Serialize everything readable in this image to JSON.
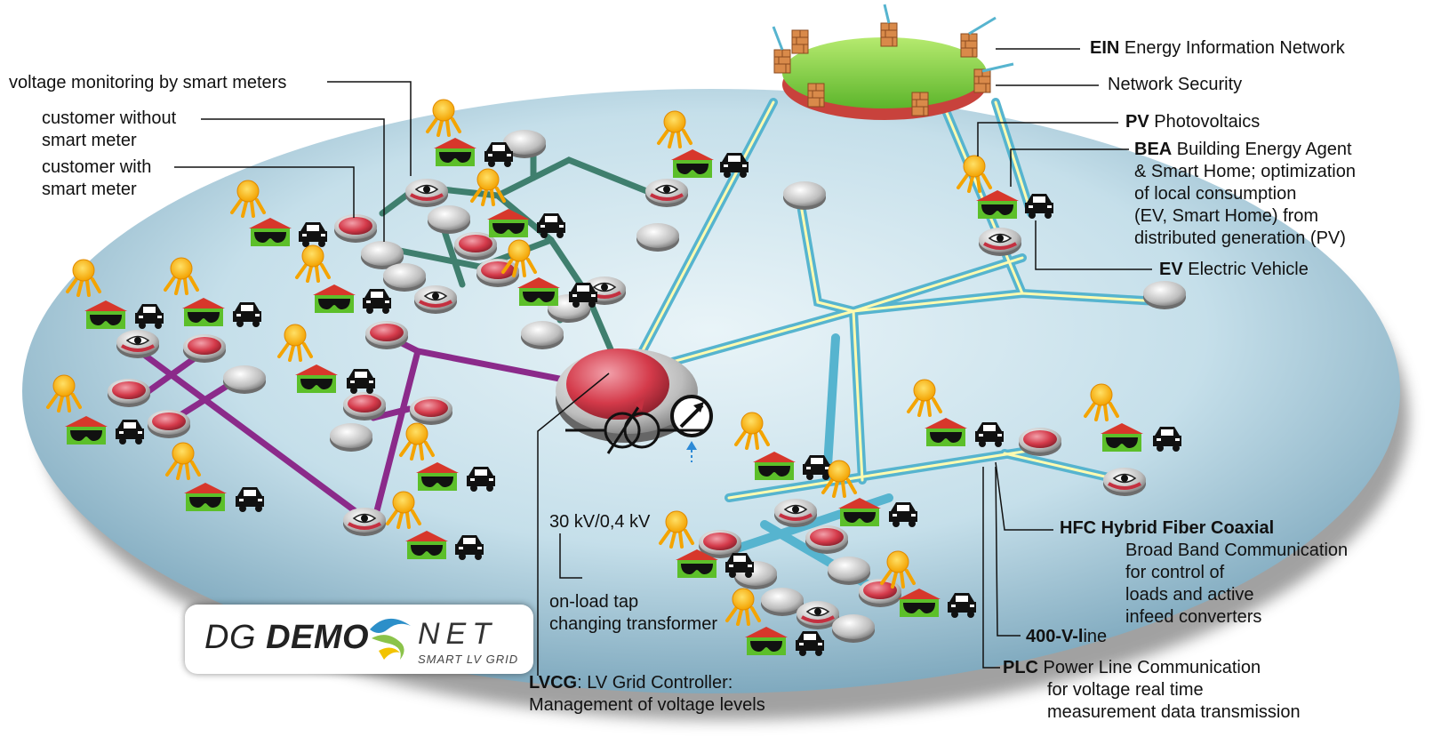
{
  "title": "",
  "labels": {
    "voltage_monitoring": "voltage monitoring by smart meters",
    "customer_without_1": "customer without",
    "customer_without_2": "smart meter",
    "customer_with_1": "customer with",
    "customer_with_2": "smart meter",
    "ein_abbr": "EIN",
    "ein_text": " Energy Information Network",
    "network_security": "Network Security",
    "pv_abbr": "PV",
    "pv_text": " Photovoltaics",
    "bea_abbr": "BEA",
    "bea_text": " Building Energy Agent",
    "bea_line2": "& Smart Home; optimization",
    "bea_line3": "of local consumption",
    "bea_line4": "(EV, Smart Home) from",
    "bea_line5": "distributed generation (PV)",
    "ev_abbr": "EV",
    "ev_text": " Electric Vehicle",
    "hfc_title": "HFC Hybrid Fiber Coaxial",
    "hfc_line2": "Broad Band Communication",
    "hfc_line3": "for control of",
    "hfc_line4": "loads and active",
    "hfc_line5": "infeed converters",
    "line400_bold": "400-V-l",
    "line400_rest": "ine",
    "plc_abbr": "PLC",
    "plc_text": " Power Line Communication",
    "plc_line2": "for voltage real time",
    "plc_line3": "measurement data transmission",
    "transformer_rating": "30 kV/0,4 kV",
    "oltc_line1": "on-load tap",
    "oltc_line2": "changing transformer",
    "lvcg_abbr": "LVCG",
    "lvcg_text": ": LV Grid Controller:",
    "lvcg_line2": "Management of voltage levels"
  },
  "logo": {
    "dg": "DG ",
    "demo": "DEMO",
    "net": "NET",
    "subtitle": "SMART LV GRID"
  },
  "colors": {
    "disc_top": "#d5e8f0",
    "disc_edge": "#8fb8cc",
    "ein_green": "#7fd04b",
    "ein_red": "#c8423c",
    "firewall": "#d98a4a",
    "purple_line": "#8b2a8a",
    "teal_line": "#3f7f6e",
    "cyan_line": "#56b4cf",
    "pv_sun": "#f4b400",
    "roof": "#d7372b",
    "house_green": "#5cbf2a",
    "meter_red": "#d43a4a"
  }
}
